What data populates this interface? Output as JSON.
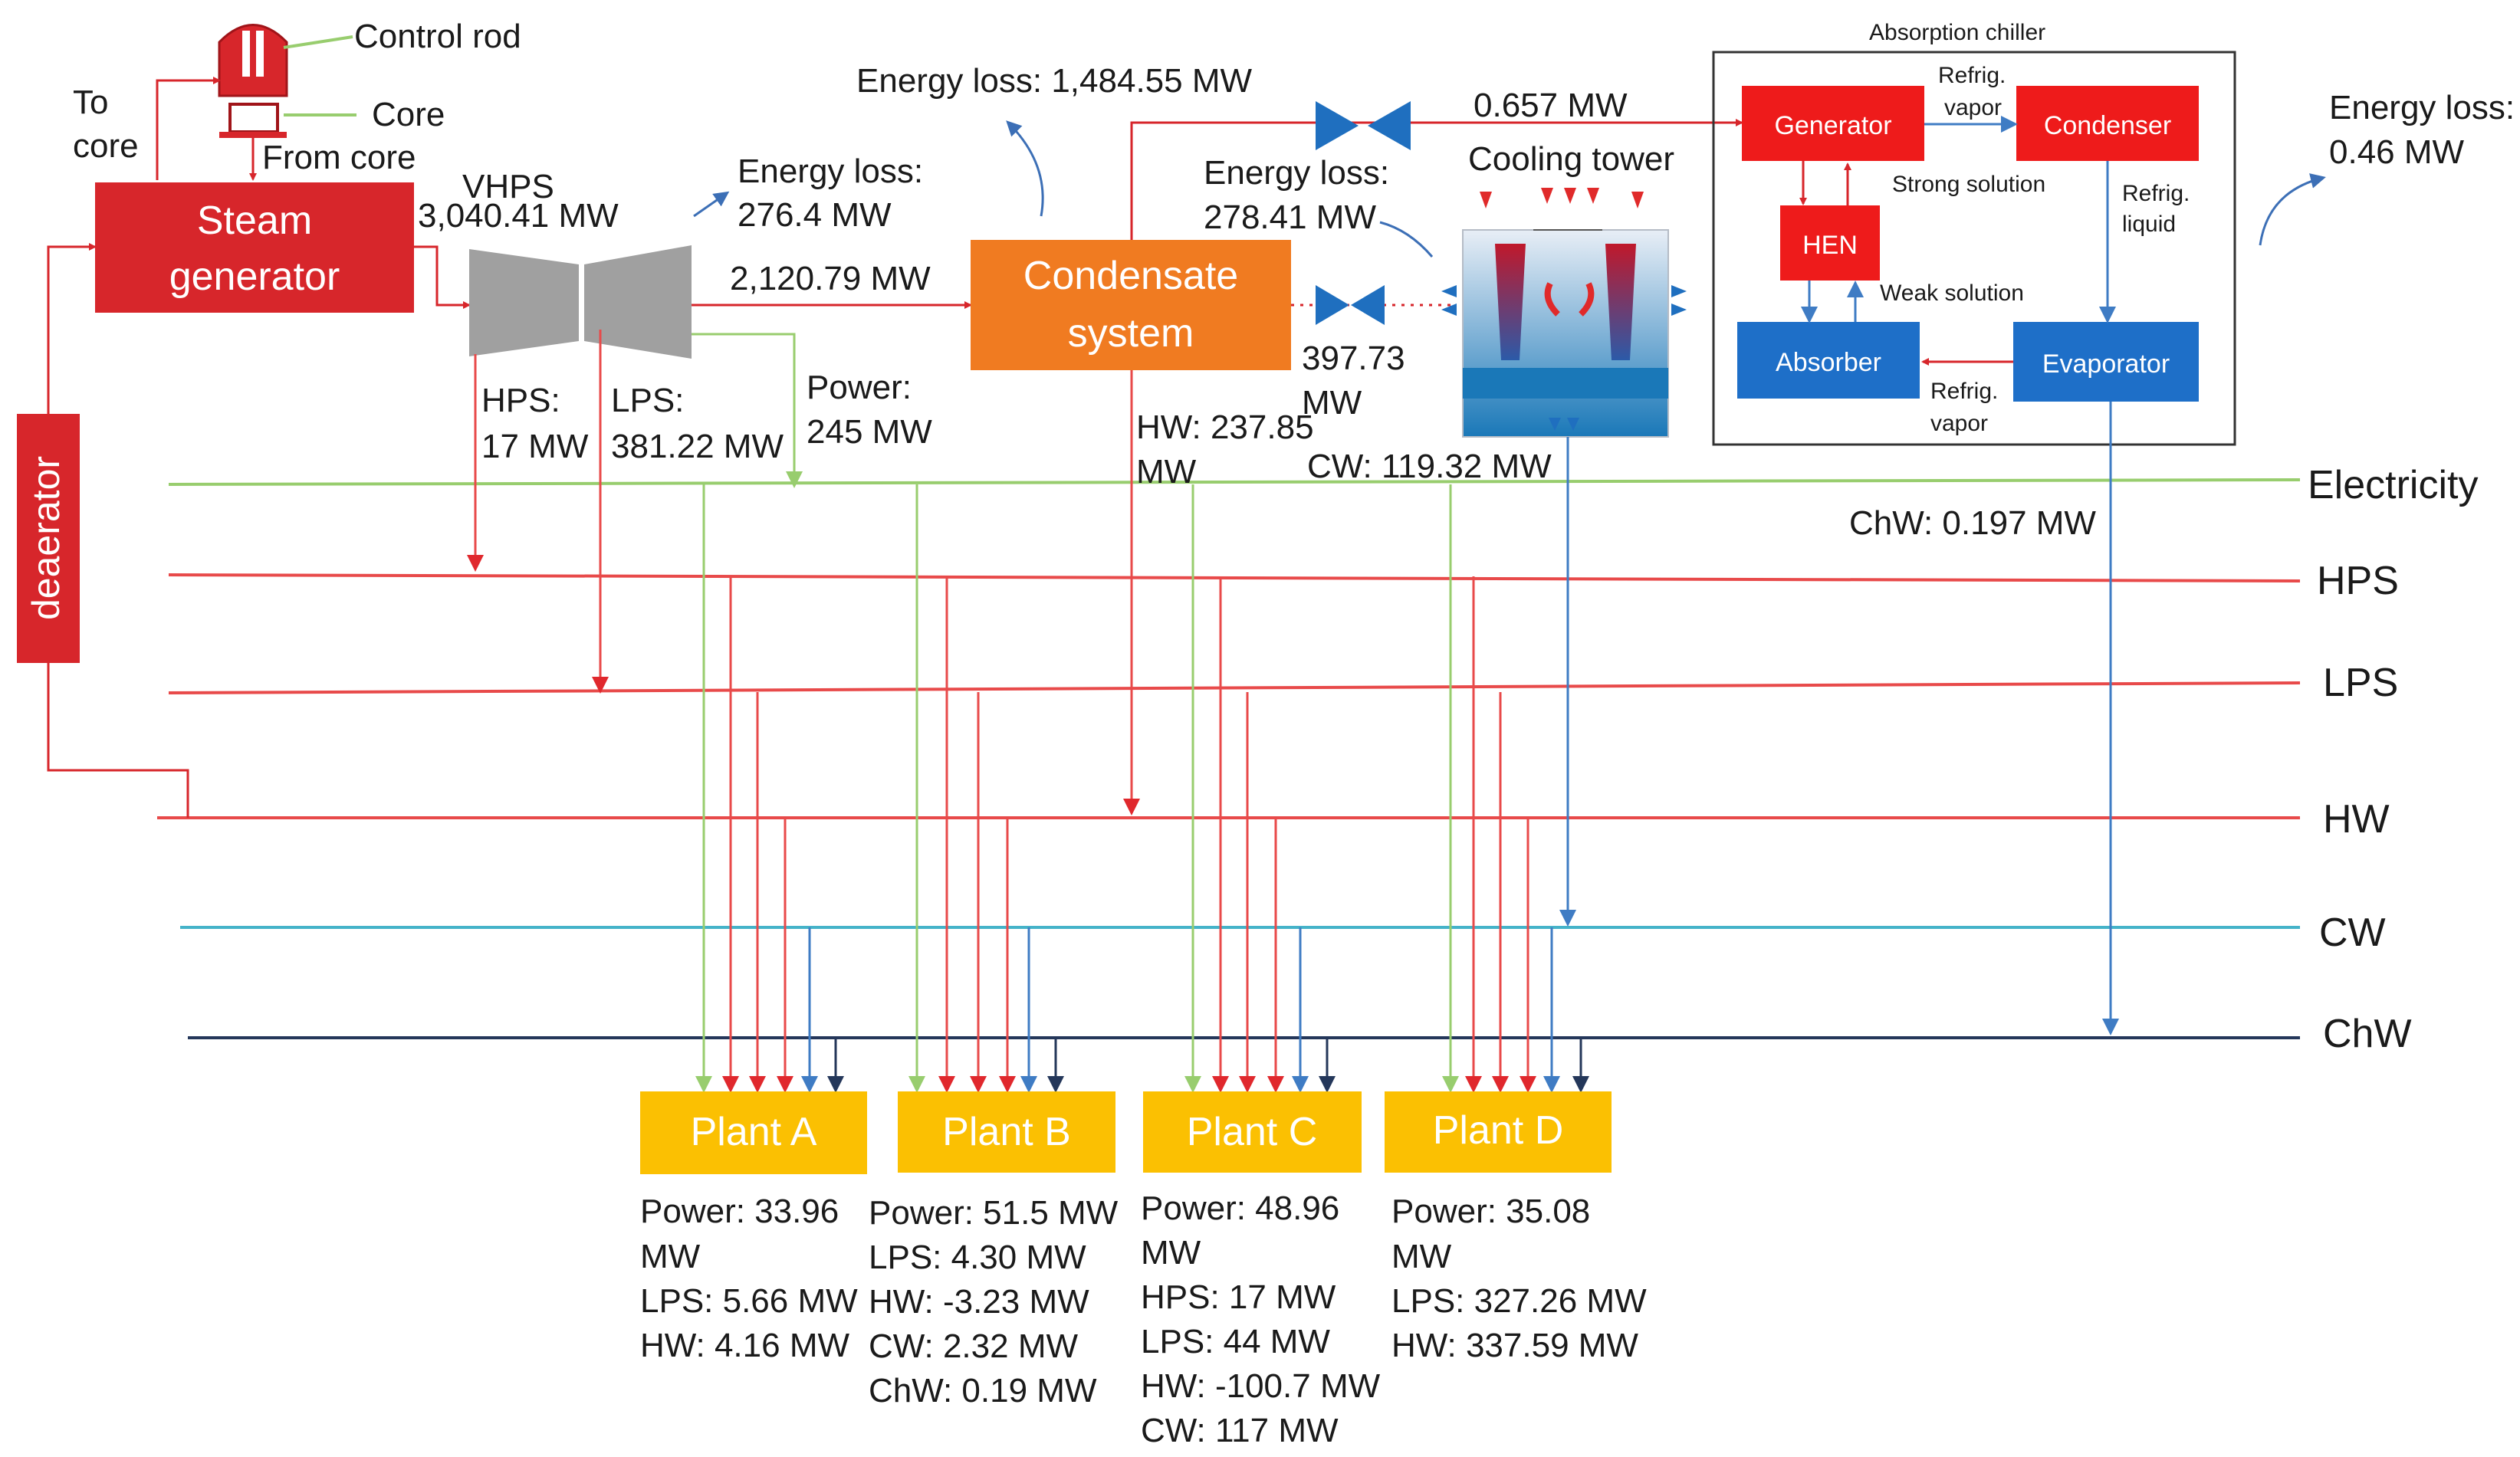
{
  "colors": {
    "steam_red": "#d7262b",
    "hw_line": "#e84a4a",
    "electricity_green": "#98cd6e",
    "cw_cyan": "#45b3c9",
    "chw_navy": "#24375a",
    "chw_arrow": "#3f7cc4",
    "condensate_orange": "#f07b21",
    "plant_yellow": "#fbc002",
    "turbine_gray": "#a0a0a0",
    "valve_blue": "#1f6fbf",
    "chiller_red": "#ee1b1b",
    "chiller_blue": "#1e6fc8",
    "note_arrow": "#3c6fb6"
  },
  "labels": {
    "control_rod": "Control rod",
    "core": "Core",
    "from_core": "From core",
    "to_core_1": "To",
    "to_core_2": "core",
    "steam_gen_1": "Steam",
    "steam_gen_2": "generator",
    "deaerator": "deaerator",
    "vhps": "VHPS",
    "vhps_value": "3,040.41 MW",
    "loss_turbine_1": "Energy loss:",
    "loss_turbine_2": "276.4 MW",
    "to_condensate": "2,120.79 MW",
    "hps_1": "HPS:",
    "hps_2": "17 MW",
    "lps_1": "LPS:",
    "lps_2": "381.22 MW",
    "power_1": "Power:",
    "power_2": "245 MW",
    "condensate_1": "Condensate",
    "condensate_2": "system",
    "loss_condensate": "Energy loss: 1,484.55 MW",
    "hw_1": "HW: 237.85",
    "hw_2": "MW",
    "valve_top": "0.657 MW",
    "loss_ct_1": "Energy loss:",
    "loss_ct_2": "278.41 MW",
    "cooling_tower": "Cooling tower",
    "valve_mid_1": "397.73",
    "valve_mid_2": "MW",
    "cw_value": "CW: 119.32 MW",
    "absorption_chiller": "Absorption chiller",
    "generator": "Generator",
    "condenser": "Condenser",
    "hen": "HEN",
    "absorber": "Absorber",
    "evaporator": "Evaporator",
    "refrig_vapor_top_1": "Refrig.",
    "refrig_vapor_top_2": "vapor",
    "strong_solution": "Strong solution",
    "refrig_liquid_1": "Refrig.",
    "refrig_liquid_2": "liquid",
    "weak_solution": "Weak solution",
    "refrig_vapor_bot_1": "Refrig.",
    "refrig_vapor_bot_2": "vapor",
    "loss_chiller_1": "Energy loss:",
    "loss_chiller_2": "0.46 MW",
    "chw_value": "ChW: 0.197 MW"
  },
  "buses": [
    "Electricity",
    "HPS",
    "LPS",
    "HW",
    "CW",
    "ChW"
  ],
  "plants": [
    {
      "name": "Plant A",
      "details": [
        "Power: 33.96",
        "MW",
        "LPS: 5.66 MW",
        "HW: 4.16 MW"
      ]
    },
    {
      "name": "Plant B",
      "details": [
        "Power: 51.5 MW",
        "LPS: 4.30 MW",
        "HW: -3.23 MW",
        "CW: 2.32 MW",
        "ChW: 0.19 MW"
      ]
    },
    {
      "name": "Plant C",
      "details": [
        "Power: 48.96",
        "MW",
        "HPS: 17 MW",
        "LPS: 44 MW",
        "HW: -100.7 MW",
        "CW: 117 MW"
      ]
    },
    {
      "name": "Plant D",
      "details": [
        "Power: 35.08",
        "MW",
        "LPS: 327.26 MW",
        "HW: 337.59 MW"
      ]
    }
  ]
}
